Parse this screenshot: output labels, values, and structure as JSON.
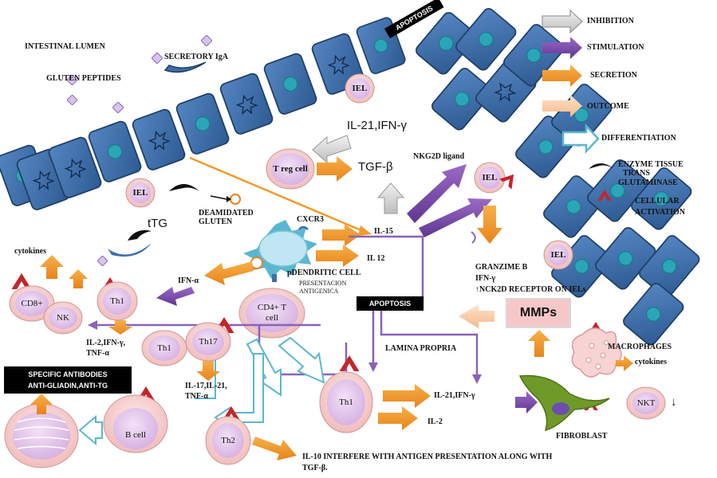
{
  "legend": {
    "inhibition": "INHIBITION",
    "stimulation": "STIMULATION",
    "secretion": "SECRETION",
    "outcome": "OUTCOME",
    "differentiation": "DIFFERENTIATION"
  },
  "labels": {
    "apoptosis_top": "APOPTOSIS",
    "apoptosis_mid": "APOPTOSIS",
    "intestinal_lumen": "INTESTINAL LUMEN",
    "secretory_iga": "SECRETORY IgA",
    "gluten_peptides": "GLUTEN PEPTIDES",
    "il21_ifn_top": "IL-21,IFN-γ",
    "tgf_beta": "TGF-β",
    "nkg2d_ligand": "NKG2D ligand",
    "enzyme_tissue": "ENZYME TISSUE",
    "trans": "TRANS",
    "glutaminase": "GLUTAMINASE",
    "cellular": "CELLULAR",
    "activation": "ACTIVATION",
    "ttg": "tTG",
    "deamidated_gluten": "DEAMIDATED GLUTEN",
    "cxcr3": "CXCR3",
    "il15": "IL-15",
    "il12": "IL 12",
    "cytokines_left": "cytokines",
    "ifn_alpha": "IFN-α",
    "pdendritic_cell": "pDENDRITIC CELL",
    "presentacion": "PRESENTACION",
    "antigenica": "ANTIGENICA",
    "granzime_b": "GRANZIME B",
    "ifn_gamma_right": "IFN-γ",
    "nck2d_receptor": "↑NCK2D RECEPTOR ON IELs",
    "mmps": "MMPs",
    "il2_ifn_tnf": "IL-2,IFN-γ,",
    "tnf_alpha_1": "TNF-α",
    "lamina_propria": "LAMINA PROPRIA",
    "macrophages": "MACROPHAGES",
    "cytokines_right": "cytokines",
    "specific_antibodies_1": "SPECIFIC ANTIBODIES",
    "specific_antibodies_2": "ANTI-GLIADIN,ANTI-TG",
    "il17_il21": "IL-17,IL-21,",
    "tnf_alpha_2": "TNF-α",
    "il21_ifn_bottom": "IL-21,IFN-γ",
    "il2_bottom": "IL-2",
    "fibroblast": "FIBROBLAST",
    "nkt_arrow": "↓",
    "il10_line1": "IL-10 INTERFERE WITH ANTIGEN PRESENTATION ALONG WITH",
    "il10_line2": "TGF-β."
  },
  "cells": {
    "iel_top": "IEL",
    "iel_left": "IEL",
    "iel_right": "IEL",
    "iel_right2": "IEL",
    "treg": "T reg cell",
    "cd8": "CD8+",
    "nk": "NK",
    "th1_a": "Th1",
    "th1_b": "Th1",
    "th17": "Th17",
    "cd4": "CD4+ T cell",
    "th1_c": "Th1",
    "th2": "Th2",
    "b_cell": "B cell",
    "nkt": "NKT"
  },
  "colors": {
    "epithelium_fill": "#3d6da8",
    "epithelium_stroke": "#1f3f66",
    "nucleus": "#2aa6b8",
    "cell_outer": "#f7d3d3",
    "cell_inner": "#e2c2ea",
    "inhibition_arrow": "#d9d9d9",
    "stimulation_arrow": "#7b4aa8",
    "secretion_arrow": "#f39a2b",
    "outcome_arrow": "#fbc9a3",
    "differentiation_arrow": "#5ab7cf",
    "receptor_red": "#c4252c",
    "dendritic": "#bfe6f2",
    "fibroblast": "#6f9a2a"
  }
}
